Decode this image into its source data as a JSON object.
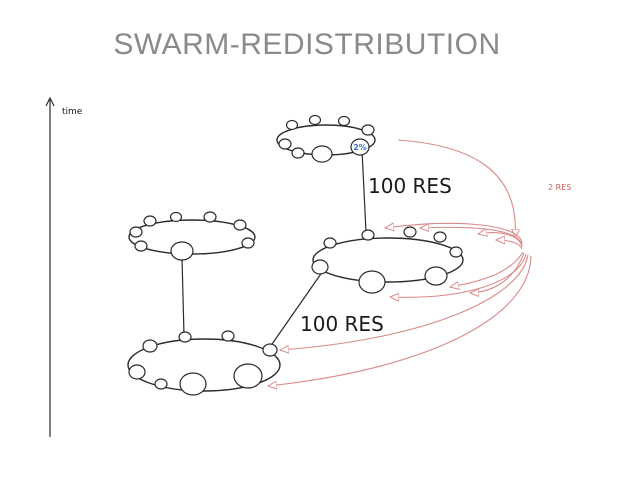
{
  "title": "SWARM-REDISTRIBUTION",
  "axis": {
    "label": "time"
  },
  "labels": {
    "upper_res": "100 RES",
    "lower_res": "100 RES",
    "redistribution": "2 RES",
    "node_percent": "2%"
  },
  "colors": {
    "title": "#8a8a8a",
    "lines": "#2b2b2b",
    "redistribution_arrows": "#d98a8a",
    "highlight_node": "#3a6fc4"
  }
}
